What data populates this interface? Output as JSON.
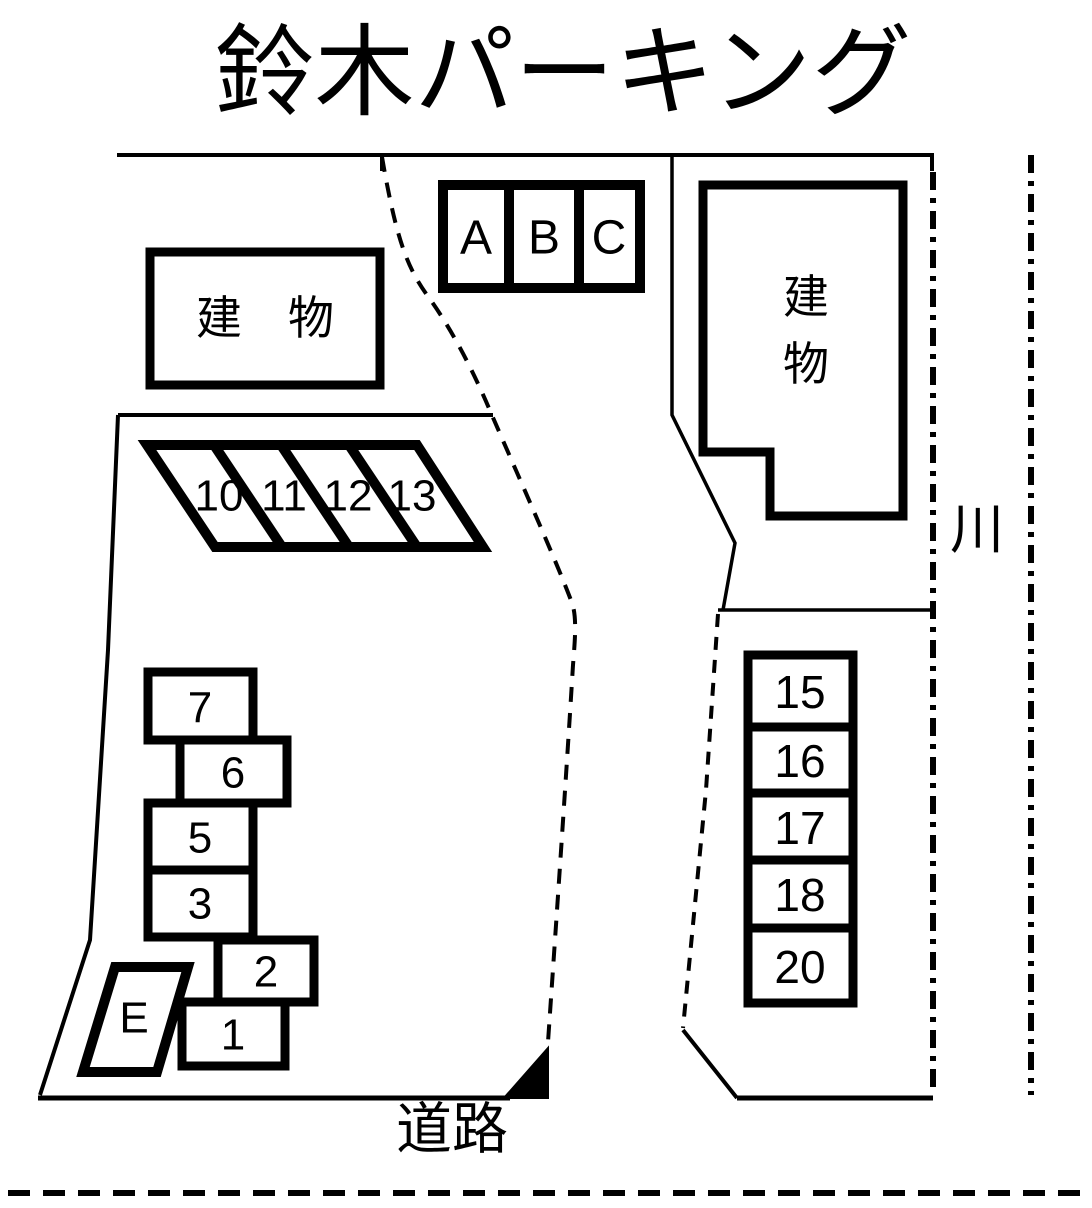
{
  "title": "鈴木パーキング",
  "map": {
    "annotations": {
      "river": "川",
      "road": "道路"
    },
    "buildings": {
      "left": {
        "label": "建　物"
      },
      "right": {
        "label_top": "建",
        "label_bottom": "物"
      }
    },
    "parking_spaces": {
      "roof_row": [
        {
          "label": "A"
        },
        {
          "label": "B"
        },
        {
          "label": "C"
        }
      ],
      "slant_row": [
        {
          "label": "10"
        },
        {
          "label": "11"
        },
        {
          "label": "12"
        },
        {
          "label": "13"
        }
      ],
      "left_column": [
        {
          "label": "7"
        },
        {
          "label": "6"
        },
        {
          "label": "5"
        },
        {
          "label": "3"
        },
        {
          "label": "2"
        },
        {
          "label": "1"
        },
        {
          "label": "E"
        }
      ],
      "right_column": [
        {
          "label": "15"
        },
        {
          "label": "16"
        },
        {
          "label": "17"
        },
        {
          "label": "18"
        },
        {
          "label": "20"
        }
      ]
    },
    "colors": {
      "line": "#000000",
      "background": "#ffffff"
    }
  }
}
